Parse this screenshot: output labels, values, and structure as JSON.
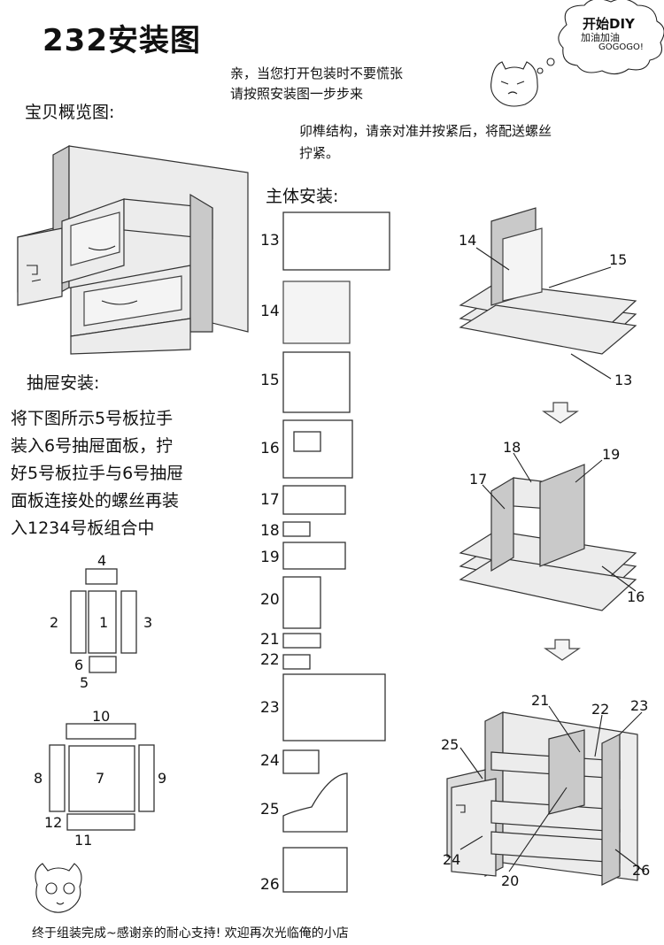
{
  "title": "232安装图",
  "bubble": {
    "line1": "开始DIY",
    "line2": "加油加油",
    "line3": "GOGOGO!"
  },
  "intro": {
    "line1": "亲，当您打开包装时不要慌张",
    "line2": "请按照安装图一步步来"
  },
  "overview_label": "宝贝概览图:",
  "note": {
    "line1": "卯榫结构，请亲对准并按紧后，将配送螺丝",
    "line2": "拧紧。"
  },
  "main_label": "主体安装:",
  "drawer_label": "抽屉安装:",
  "drawer_text": {
    "l1": "将下图所示5号板拉手",
    "l2": "装入6号抽屉面板，拧",
    "l3": "好5号板拉手与6号抽屉",
    "l4": "面板连接处的螺丝再装",
    "l5": "入1234号板组合中"
  },
  "parts_column": [
    "13",
    "14",
    "15",
    "16",
    "17",
    "18",
    "19",
    "20",
    "21",
    "22",
    "23",
    "24",
    "25",
    "26"
  ],
  "drawer_small": {
    "p1": "1",
    "p2": "2",
    "p3": "3",
    "p4": "4",
    "p5": "5",
    "p6": "6"
  },
  "drawer_large": {
    "p7": "7",
    "p8": "8",
    "p9": "9",
    "p10": "10",
    "p11": "11",
    "p12": "12"
  },
  "step1_labels": {
    "a": "14",
    "b": "15",
    "c": "13"
  },
  "step2_labels": {
    "a": "18",
    "b": "19",
    "c": "17",
    "d": "16"
  },
  "step3_labels": {
    "a": "21",
    "b": "22",
    "c": "23",
    "d": "25",
    "e": "24",
    "f": "20",
    "g": "26"
  },
  "footer": "终于组装完成~感谢亲的耐心支持! 欢迎再次光临俺的小店"
}
